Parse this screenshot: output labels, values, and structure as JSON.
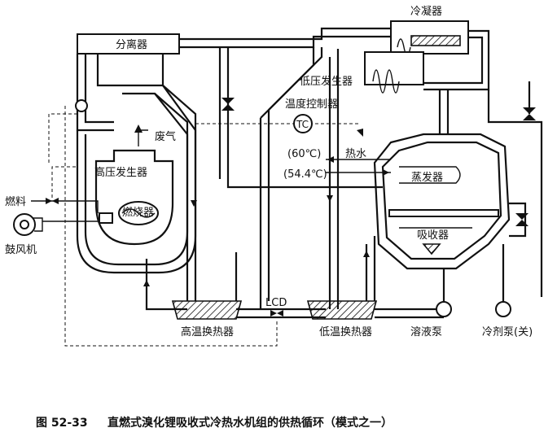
{
  "labels": {
    "condenser": "冷凝器",
    "separator": "分离器",
    "low_pressure_generator": "低压发生器",
    "temperature_controller": "温度控制器",
    "tc": "TC",
    "exhaust": "废气",
    "high_pressure_generator": "高压发生器",
    "fuel": "燃料",
    "burner": "燃烧器",
    "blower": "鼓风机",
    "temp_60": "(60℃)",
    "hot_water": "热水",
    "temp_54": "(54.4℃)",
    "evaporator": "蒸发器",
    "absorber": "吸收器",
    "lcd": "LCD",
    "high_temp_hx": "高温换热器",
    "low_temp_hx": "低温换热器",
    "solution_pump": "溶液泵",
    "refrigerant_pump": "冷剂泵(关)"
  },
  "caption": {
    "number": "图 52-33",
    "title": "直燃式溴化锂吸收式冷热水机组的供热循环（模式之一）"
  }
}
